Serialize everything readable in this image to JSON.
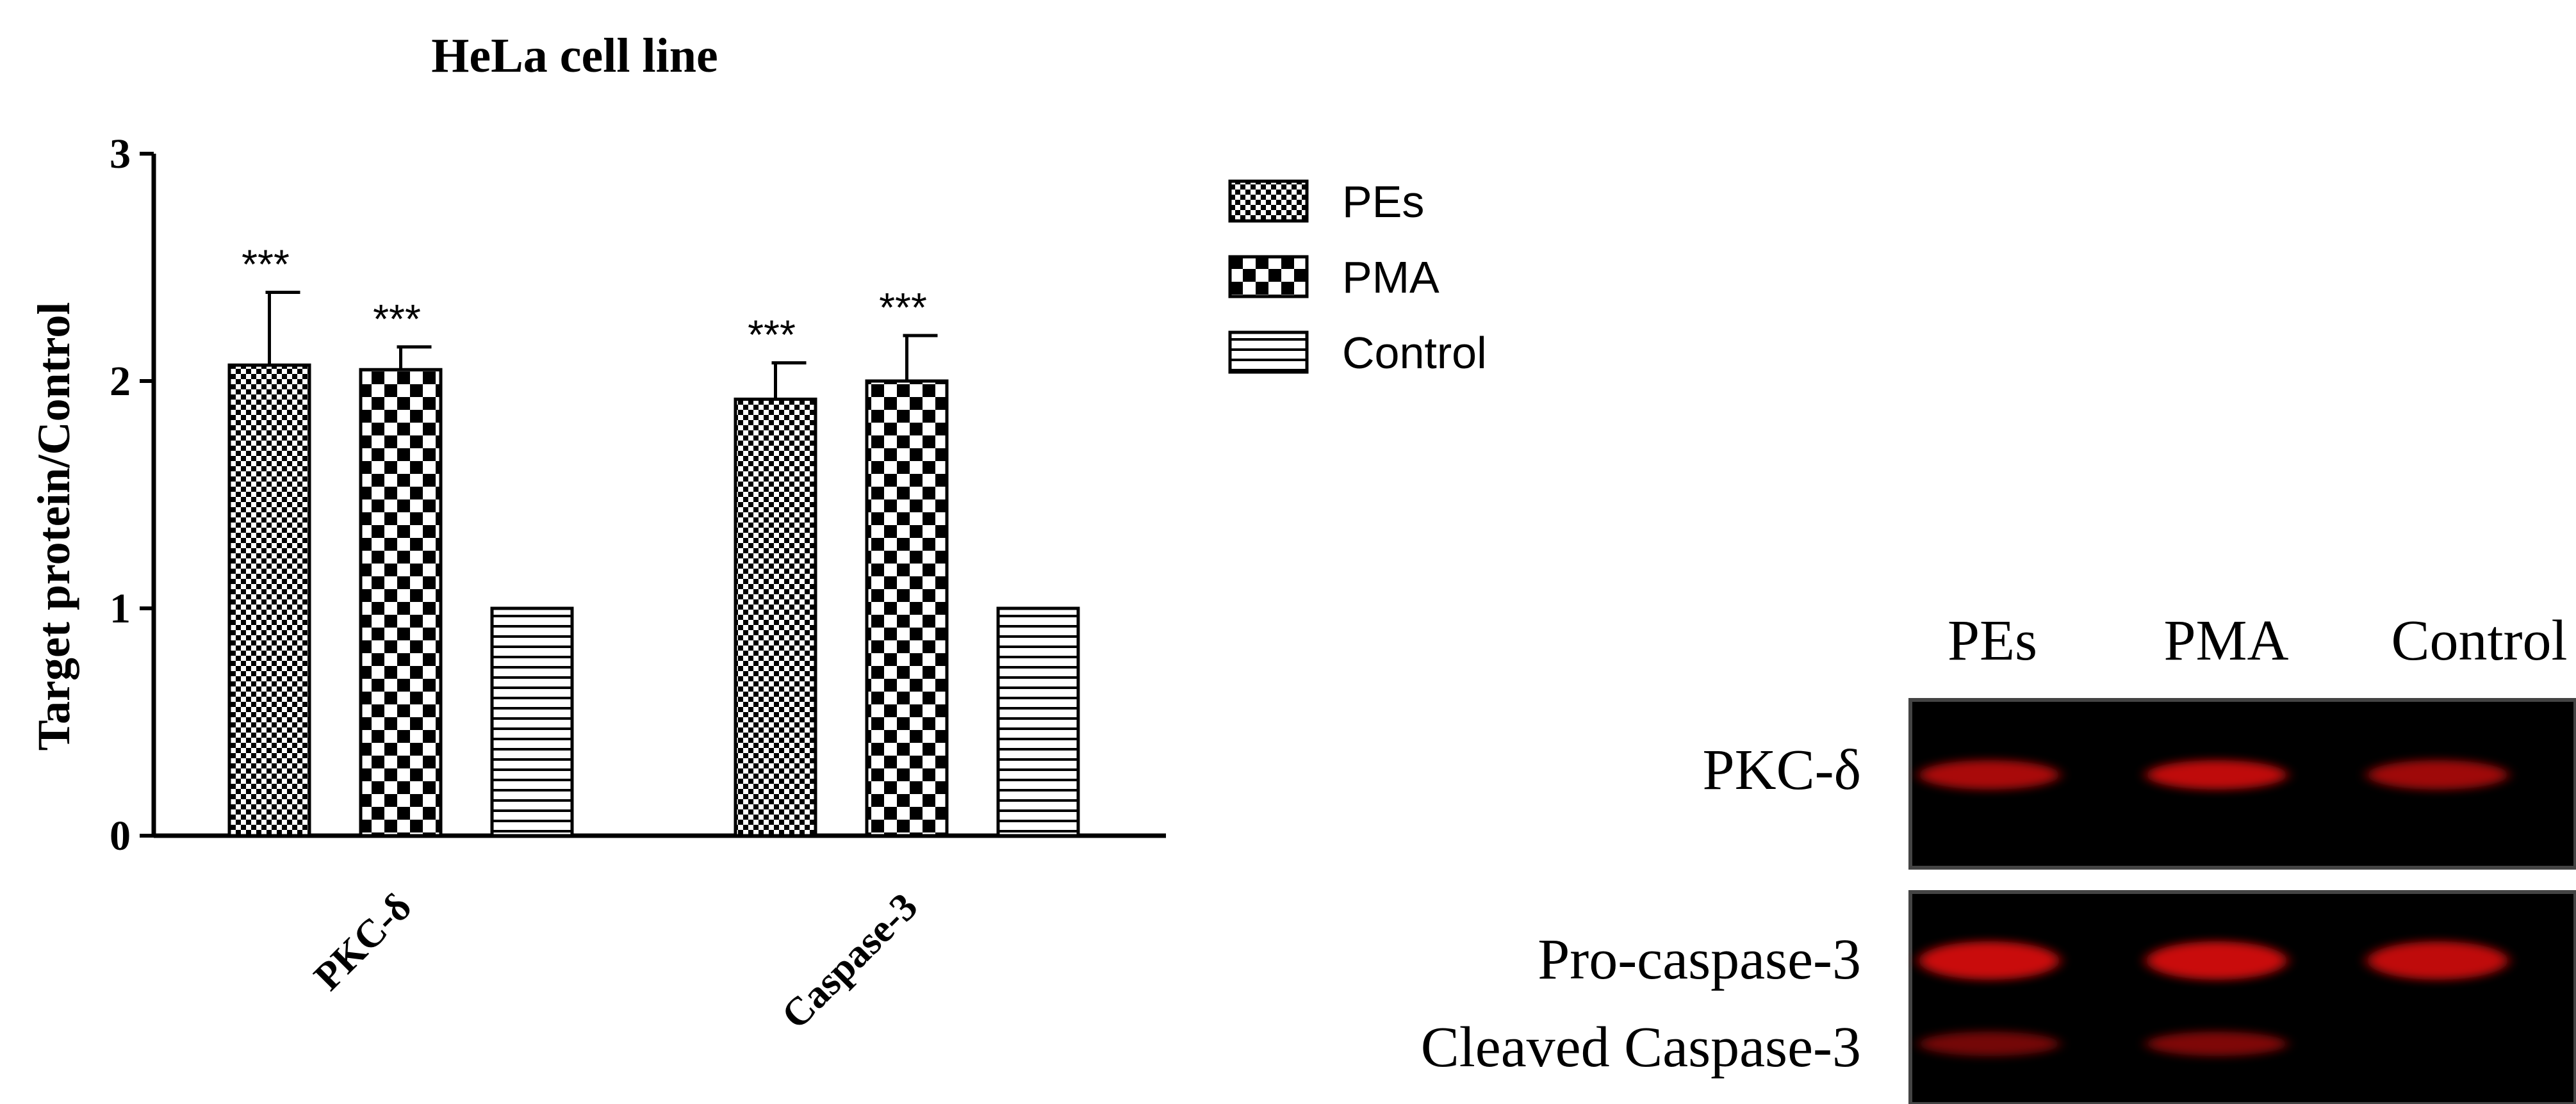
{
  "chart_data": {
    "type": "bar",
    "title": "HeLa cell line",
    "ylabel": "Target protein/Control",
    "xlabel": "",
    "ylim": [
      0,
      3
    ],
    "yticks": [
      "0",
      "1",
      "2",
      "3"
    ],
    "categories": [
      "PKC-δ",
      "Caspase-3"
    ],
    "series": [
      {
        "name": "PEs",
        "values": [
          2.07,
          1.92
        ],
        "errors": [
          0.32,
          0.16
        ],
        "significance": [
          "***",
          "***"
        ],
        "pattern": "fine-checker"
      },
      {
        "name": "PMA",
        "values": [
          2.05,
          2.0
        ],
        "errors": [
          0.1,
          0.2
        ],
        "significance": [
          "***",
          "***"
        ],
        "pattern": "coarse-checker"
      },
      {
        "name": "Control",
        "values": [
          1.0,
          1.0
        ],
        "errors": [
          0,
          0
        ],
        "significance": [
          "",
          ""
        ],
        "pattern": "horizontal-stripes"
      }
    ],
    "legend_position": "right"
  },
  "blot": {
    "lanes": [
      "PEs",
      "PMA",
      "Control"
    ],
    "rows": [
      {
        "label": "PKC-δ",
        "bands": [
          0.8,
          0.9,
          0.75
        ]
      },
      {
        "label": "Pro-caspase-3",
        "bands": [
          0.95,
          0.95,
          0.9
        ]
      },
      {
        "label": "Cleaved Caspase-3",
        "bands": [
          0.55,
          0.6,
          0.0
        ]
      }
    ],
    "band_color": "#d41010",
    "background": "#000000"
  }
}
